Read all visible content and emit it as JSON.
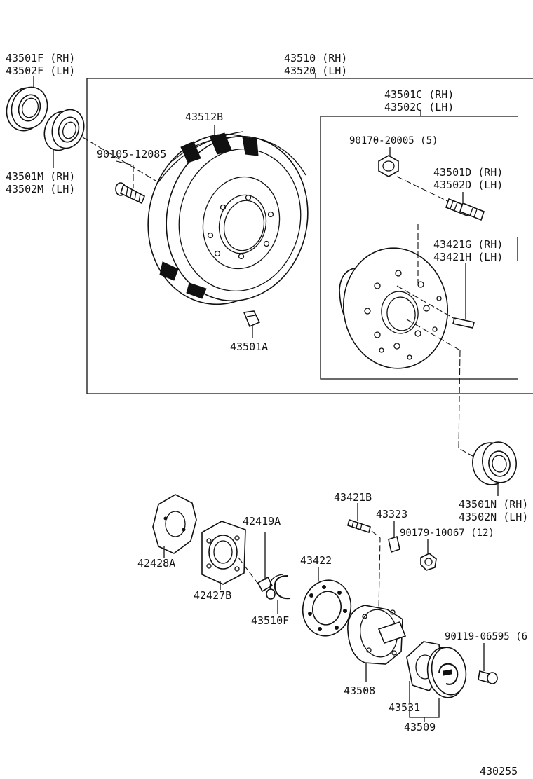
{
  "labels": {
    "l_43501F": "43501F (RH)",
    "l_43502F": "43502F (LH)",
    "l_43510": "43510 (RH)",
    "l_43520": "43520 (LH)",
    "l_43501C": "43501C (RH)",
    "l_43502C": "43502C (LH)",
    "l_43512B": "43512B",
    "l_90105": "90105-12085",
    "l_43501M": "43501M (RH)",
    "l_43502M": "43502M (LH)",
    "l_90170": "90170-20005 (5)",
    "l_43501D": "43501D (RH)",
    "l_43502D": "43502D (LH)",
    "l_43421G": "43421G (RH)",
    "l_43421H": "43421H (LH)",
    "l_43501A": "43501A",
    "l_43501N": "43501N (RH)",
    "l_43502N": "43502N (LH)",
    "l_43421B": "43421B",
    "l_43323": "43323",
    "l_42419A": "42419A",
    "l_90179": "90179-10067 (12)",
    "l_42428A": "42428A",
    "l_43422": "43422",
    "l_42427B": "42427B",
    "l_43510F": "43510F",
    "l_90119": "90119-06595 (6",
    "l_43508": "43508",
    "l_43531": "43531",
    "l_43509": "43509",
    "l_code": "430255"
  }
}
